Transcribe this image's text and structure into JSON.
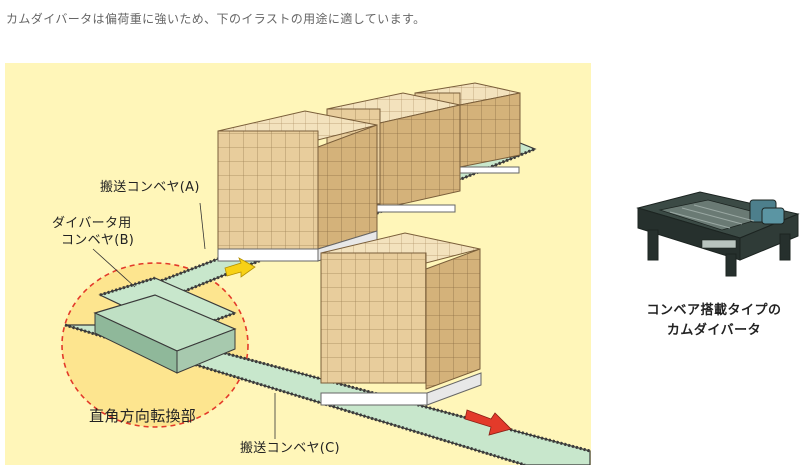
{
  "intro_text": "カムダイバータは偏荷重に強いため、下のイラストの用途に適しています。",
  "figure": {
    "label_conveyor_a": "搬送コンベヤ(A)",
    "label_diverter_line1": "ダイバータ用",
    "label_diverter_line2": "コンベヤ(B)",
    "label_transfer": "直角方向転換部",
    "label_conveyor_c": "搬送コンベヤ(C)"
  },
  "product": {
    "caption_line1": "コンベア搭載タイプの",
    "caption_line2": "カムダイバータ"
  },
  "colors": {
    "figure_bg": "#fff6b9",
    "highlight_circle": "#fde58f",
    "highlight_dash": "#e33a2a",
    "conveyor_green": "#c8e7cc",
    "box_face": "#e8cd9c",
    "arrow_yellow": "#f7d117",
    "arrow_red": "#e33a2a"
  }
}
